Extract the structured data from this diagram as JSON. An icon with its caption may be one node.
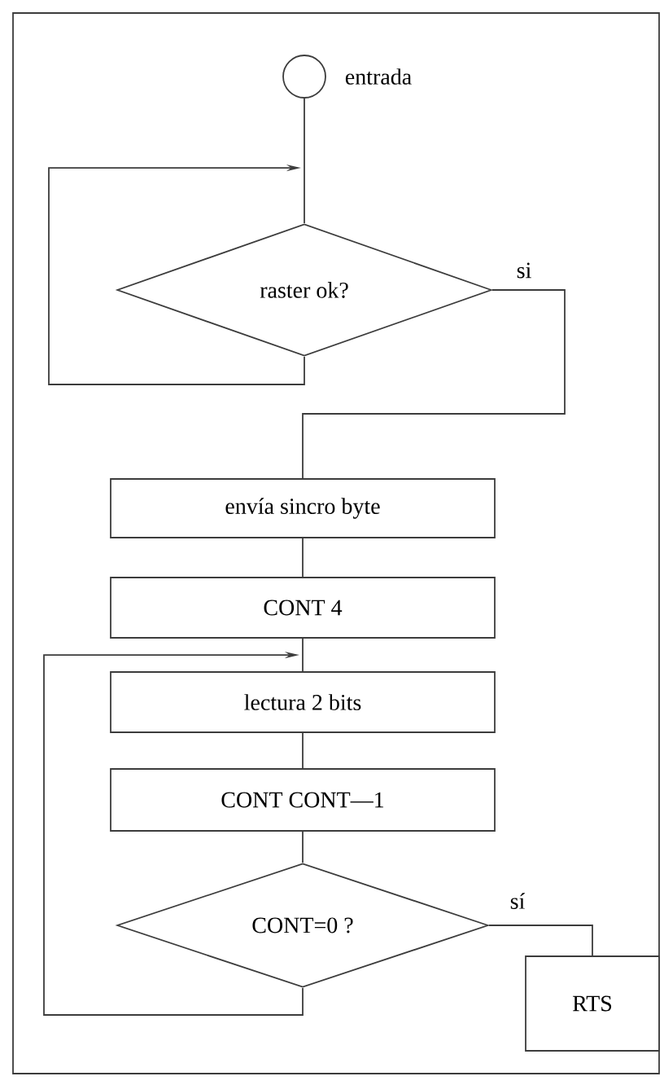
{
  "diagram": {
    "nodes": [
      {
        "text": [],
        "shape": "circle",
        "beside": [
          "entrada"
        ]
      },
      {
        "text": [
          "raster ok?"
        ]
      },
      {
        "text": [
          "envía sincro byte"
        ]
      },
      {
        "text": [
          "CONT 4"
        ]
      },
      {
        "text": [
          "lectura 2 bits"
        ]
      },
      {
        "text": [
          "CONT CONT—1"
        ]
      },
      {
        "text": [
          "CONT=0 ?"
        ]
      },
      {
        "text": [
          "RTS"
        ]
      }
    ],
    "edges": [
      {
        "from": 0,
        "to": 1,
        "arrow": "none"
      },
      {
        "from": 1,
        "to": 1,
        "arrow": "to"
      },
      {
        "from": 1,
        "to": 2,
        "arrow": "none",
        "label": "si"
      },
      {
        "from": 2,
        "to": 3,
        "arrow": "none"
      },
      {
        "from": 3,
        "to": 4,
        "arrow": "none"
      },
      {
        "from": 6,
        "to": 4,
        "arrow": "to"
      },
      {
        "from": 4,
        "to": 5,
        "arrow": "none"
      },
      {
        "from": 5,
        "to": 6,
        "arrow": "none"
      },
      {
        "from": 6,
        "to": 7,
        "arrow": "none",
        "label": "sí"
      }
    ]
  }
}
